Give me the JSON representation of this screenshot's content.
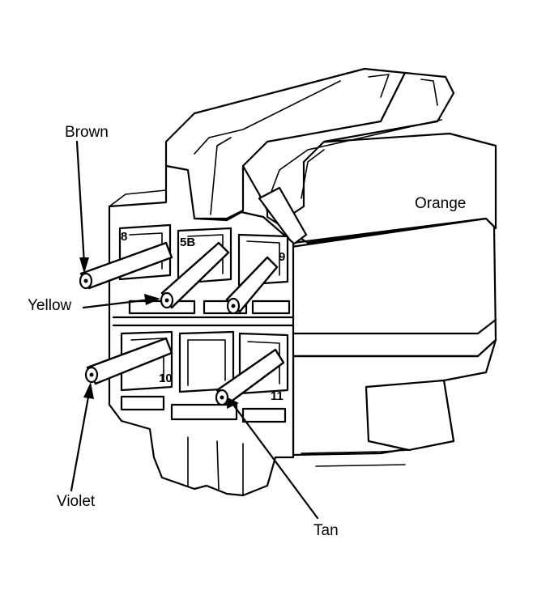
{
  "diagram": {
    "wire_labels": {
      "brown": "Brown",
      "orange": "Orange",
      "yellow": "Yellow",
      "violet": "Violet",
      "tan": "Tan"
    },
    "terminal_numbers": {
      "t8": "8",
      "t5b": "5B",
      "t9": "9",
      "t10": "10",
      "t11": "11"
    }
  }
}
